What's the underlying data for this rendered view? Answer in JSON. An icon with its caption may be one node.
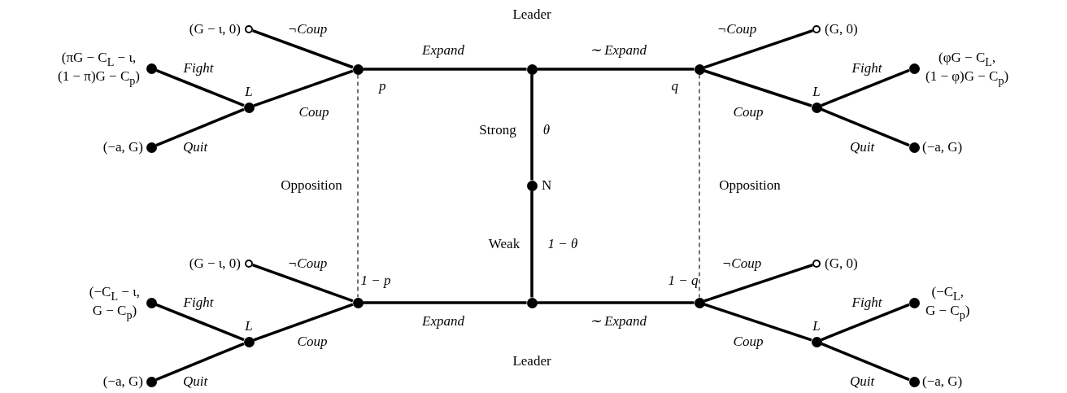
{
  "diagram": {
    "nodes": [
      {
        "text": [],
        "shape": "ring",
        "beside": [
          "(G − ι, 0)"
        ]
      },
      {
        "text": [],
        "shape": "ring",
        "beside": [
          "(G, 0)"
        ]
      },
      {
        "text": [],
        "shape": "circle",
        "beside": [
          "(πG − C$_{L}$ − ι, (1 − π)G − C$_{p}$)"
        ]
      },
      {
        "text": [],
        "shape": "circle",
        "beside": [
          "p"
        ]
      },
      {
        "text": [],
        "shape": "circle"
      },
      {
        "text": [],
        "shape": "circle",
        "beside": [
          "q"
        ]
      },
      {
        "text": [],
        "shape": "circle",
        "beside": [
          "(φG − C$_{L}$, (1 − φ)G − C$_{p}$)"
        ]
      },
      {
        "text": [],
        "shape": "circle",
        "beside": [
          "L"
        ]
      },
      {
        "text": [],
        "shape": "circle",
        "beside": [
          "L"
        ]
      },
      {
        "text": [],
        "shape": "circle",
        "beside": [
          "(−a, G)"
        ]
      },
      {
        "text": [],
        "shape": "circle",
        "beside": [
          "(−a, G)"
        ]
      },
      {
        "text": [],
        "shape": "circle",
        "beside": [
          "N"
        ]
      },
      {
        "text": [],
        "shape": "ring",
        "beside": [
          "(G − ι, 0)"
        ]
      },
      {
        "text": [],
        "shape": "ring",
        "beside": [
          "(G, 0)"
        ]
      },
      {
        "text": [],
        "shape": "circle",
        "beside": [
          "1 − p"
        ]
      },
      {
        "text": [],
        "shape": "circle"
      },
      {
        "text": [],
        "shape": "circle",
        "beside": [
          "1 − q"
        ]
      },
      {
        "text": [],
        "shape": "circle",
        "beside": [
          "(−C$_{L}$ − ι, G − C$_{p}$)"
        ]
      },
      {
        "text": [],
        "shape": "circle",
        "beside": [
          "(−C$_{L}$, G − C$_{p}$)"
        ]
      },
      {
        "text": [],
        "shape": "circle",
        "beside": [
          "L"
        ]
      },
      {
        "text": [],
        "shape": "circle",
        "beside": [
          "L"
        ]
      },
      {
        "text": [],
        "shape": "circle",
        "beside": [
          "(−a, G)"
        ]
      },
      {
        "text": [],
        "shape": "circle",
        "beside": [
          "(−a, G)"
        ]
      }
    ],
    "edges": [
      {
        "from": 11,
        "to": 4,
        "arrow": "none",
        "label": "Strong"
      },
      {
        "from": 11,
        "to": 15,
        "arrow": "none",
        "label": "Weak"
      },
      {
        "from": 4,
        "to": 3,
        "arrow": "none",
        "label": "Expand"
      },
      {
        "from": 4,
        "to": 5,
        "arrow": "none",
        "label": "∼ Expand"
      },
      {
        "from": 15,
        "to": 14,
        "arrow": "none",
        "label": "Expand"
      },
      {
        "from": 15,
        "to": 16,
        "arrow": "none",
        "label": "∼ Expand"
      },
      {
        "from": 3,
        "to": 0,
        "arrow": "none",
        "label": "¬Coup"
      },
      {
        "from": 3,
        "to": 7,
        "arrow": "none",
        "label": "Coup"
      },
      {
        "from": 7,
        "to": 2,
        "arrow": "none",
        "label": "Fight"
      },
      {
        "from": 7,
        "to": 9,
        "arrow": "none",
        "label": "Quit"
      },
      {
        "from": 5,
        "to": 1,
        "arrow": "none",
        "label": "¬Coup"
      },
      {
        "from": 5,
        "to": 8,
        "arrow": "none",
        "label": "Coup"
      },
      {
        "from": 8,
        "to": 6,
        "arrow": "none",
        "label": "Fight"
      },
      {
        "from": 8,
        "to": 10,
        "arrow": "none",
        "label": "Quit"
      },
      {
        "from": 14,
        "to": 12,
        "arrow": "none",
        "label": "¬Coup"
      },
      {
        "from": 14,
        "to": 19,
        "arrow": "none",
        "label": "Coup"
      },
      {
        "from": 19,
        "to": 17,
        "arrow": "none",
        "label": "Fight"
      },
      {
        "from": 19,
        "to": 21,
        "arrow": "none",
        "label": "Quit"
      },
      {
        "from": 16,
        "to": 13,
        "arrow": "none",
        "label": "¬Coup"
      },
      {
        "from": 16,
        "to": 20,
        "arrow": "none",
        "label": "Coup"
      },
      {
        "from": 20,
        "to": 18,
        "arrow": "none",
        "label": "Fight"
      },
      {
        "from": 20,
        "to": 22,
        "arrow": "none",
        "label": "Quit"
      },
      {
        "from": 3,
        "to": 14,
        "arrow": "none",
        "style": "dashed",
        "label": "Opposition"
      },
      {
        "from": 5,
        "to": 16,
        "arrow": "none",
        "style": "dashed",
        "label": "Opposition"
      }
    ],
    "labels": [
      "Leader",
      "θ",
      "1 − θ",
      "Leader"
    ]
  }
}
